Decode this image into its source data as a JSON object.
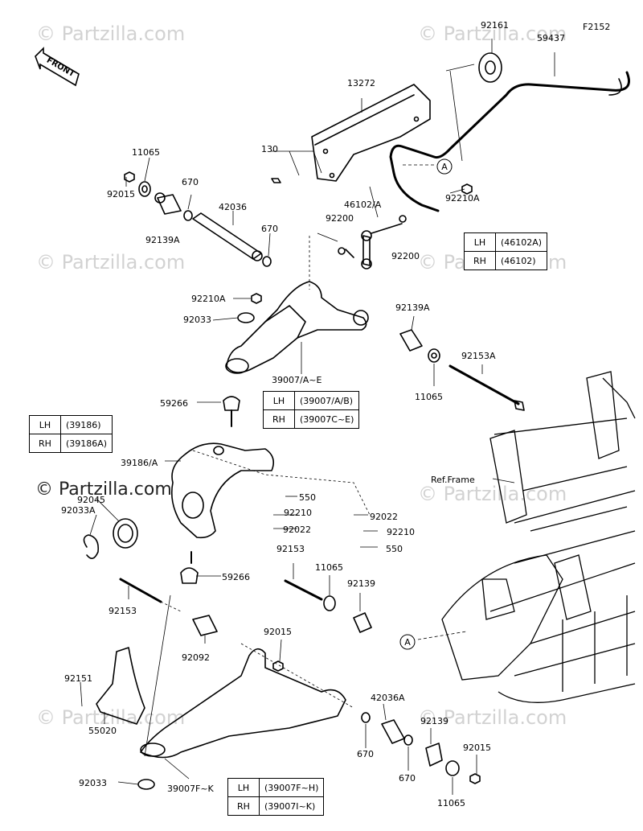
{
  "diagram_code": "F2152",
  "watermark": "© Partzilla.com",
  "front_label": "FRONT",
  "ref_frame": "Ref.Frame",
  "callout_a": "A",
  "parts": [
    "92161",
    "59437",
    "13272",
    "130",
    "11065",
    "92015",
    "670",
    "42036",
    "92139A",
    "46102/A",
    "92200",
    "92210A",
    "92033",
    "39007/A~E",
    "59266",
    "39186/A",
    "92045",
    "92033A",
    "550",
    "92210",
    "92022",
    "92153",
    "92153A",
    "92139",
    "92092",
    "92151",
    "55020",
    "39007F~K",
    "42036A"
  ],
  "labels": {
    "p92161": "92161",
    "p59437": "59437",
    "p13272": "13272",
    "p130": "130",
    "p11065_a": "11065",
    "p92015_a": "92015",
    "p670_a": "670",
    "p42036": "42036",
    "p92139A_a": "92139A",
    "p670_b": "670",
    "p46102": "46102/A",
    "p92200_a": "92200",
    "p92200_b": "92200",
    "p92210A_a": "92210A",
    "p92210A_b": "92210A",
    "p92033_a": "92033",
    "p92139A_b": "92139A",
    "p39007AE": "39007/A~E",
    "p11065_b": "11065",
    "p92153A": "92153A",
    "p59266_a": "59266",
    "p39186A": "39186/A",
    "p92045": "92045",
    "p92033A": "92033A",
    "p550_a": "550",
    "p92210_a": "92210",
    "p92022_a": "92022",
    "p92022_b": "92022",
    "p92210_b": "92210",
    "p550_b": "550",
    "p59266_b": "59266",
    "p92153_a": "92153",
    "p11065_c": "11065",
    "p92153_b": "92153",
    "p92139_a": "92139",
    "p92092": "92092",
    "p92015_b": "92015",
    "p92151": "92151",
    "p55020": "55020",
    "p92033_b": "92033",
    "p39007FK": "39007F~K",
    "p42036A": "42036A",
    "p670_c": "670",
    "p670_d": "670",
    "p92139_b": "92139",
    "p92015_c": "92015",
    "p11065_d": "11065"
  },
  "tables": {
    "stab": {
      "rows": [
        {
          "side": "LH",
          "part": "(46102A)"
        },
        {
          "side": "RH",
          "part": "(46102)"
        }
      ]
    },
    "upper_arm": {
      "rows": [
        {
          "side": "LH",
          "part": "(39007/A/B)"
        },
        {
          "side": "RH",
          "part": "(39007C~E)"
        }
      ]
    },
    "knuckle": {
      "rows": [
        {
          "side": "LH",
          "part": "(39186)"
        },
        {
          "side": "RH",
          "part": "(39186A)"
        }
      ]
    },
    "lower_arm": {
      "rows": [
        {
          "side": "LH",
          "part": "(39007F~H)"
        },
        {
          "side": "RH",
          "part": "(39007I~K)"
        }
      ]
    }
  }
}
